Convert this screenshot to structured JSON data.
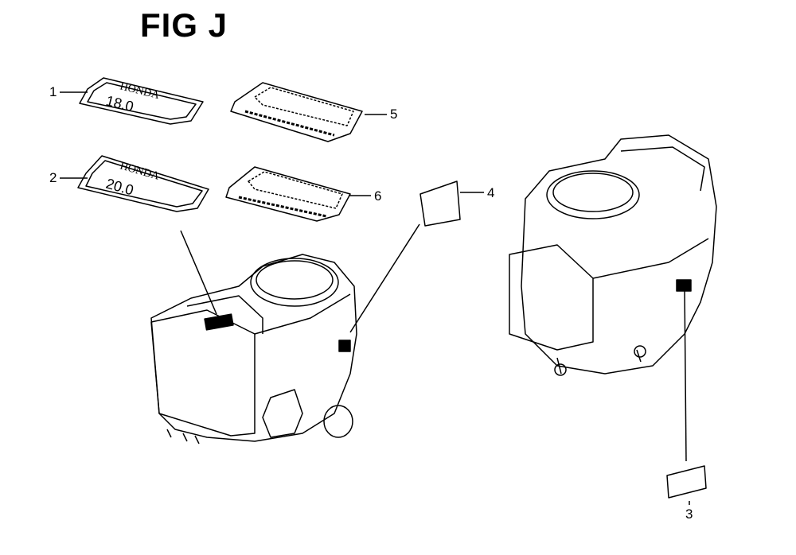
{
  "figure": {
    "title": "FIG J",
    "callouts": [
      "1",
      "2",
      "3",
      "4",
      "5",
      "6"
    ],
    "emblems": {
      "emblem_1": {
        "brand": "HONDA",
        "rating": "18.0"
      },
      "emblem_2": {
        "brand": "HONDA",
        "rating": "20.0"
      }
    }
  }
}
